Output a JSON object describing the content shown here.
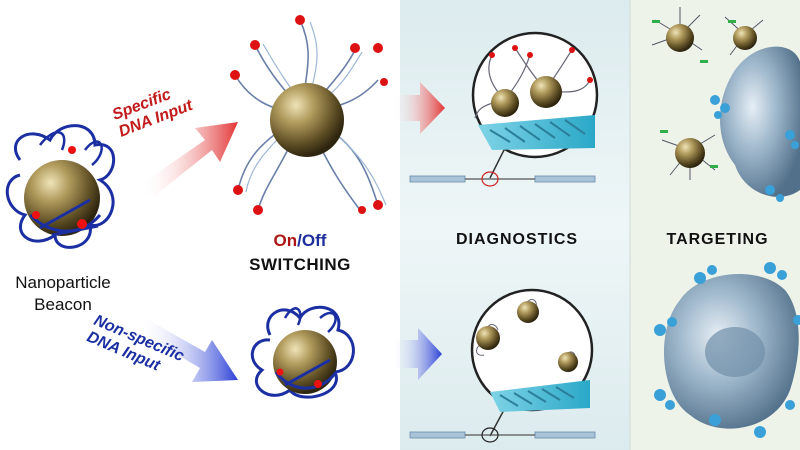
{
  "labels": {
    "nanoparticle_line1": "Nanoparticle",
    "nanoparticle_line2": "Beacon",
    "specific_line1": "Specific",
    "specific_line2": "DNA Input",
    "nonspecific_line1": "Non-specific",
    "nonspecific_line2": "DNA Input",
    "on": "On",
    "slash": "/",
    "off": "Off",
    "switching": "SWITCHING",
    "diagnostics": "DIAGNOSTICS",
    "targeting": "TARGETING"
  },
  "colors": {
    "specific_arrow": "#e23333",
    "nonspecific_arrow": "#2a3fd6",
    "gold_particle": "#7a6a3a",
    "dna_strand": "#1b2fa3",
    "panel_background": "#e8f2f4",
    "cell_blue": "#8fb2cc",
    "antibody": "#3aa0d8"
  },
  "icons": {
    "gold_nanoparticle": "gold-nanoparticle-icon",
    "dna_duplex": "dna-duplex-icon",
    "magnifier_circle": "magnifier-circle-icon",
    "cell": "cell-icon"
  }
}
